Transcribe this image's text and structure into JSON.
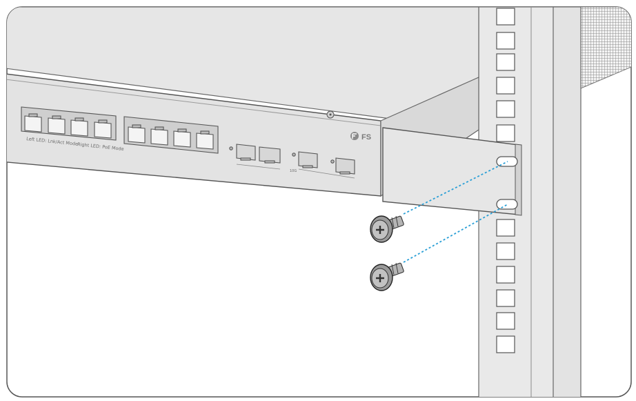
{
  "device": {
    "brand": "FS",
    "led_note_left": "Left LED: Lnk/Act Mode",
    "led_note_right": "Right LED: PoE Mode",
    "sfp_group_label": "10G",
    "rj45_port_count": 8,
    "sfp_port_count": 4
  },
  "hardware": {
    "screw_count": 2,
    "guide_line_color": "#2a9fd6"
  },
  "icons": [
    "fs-logo-icon",
    "screw-icon"
  ]
}
